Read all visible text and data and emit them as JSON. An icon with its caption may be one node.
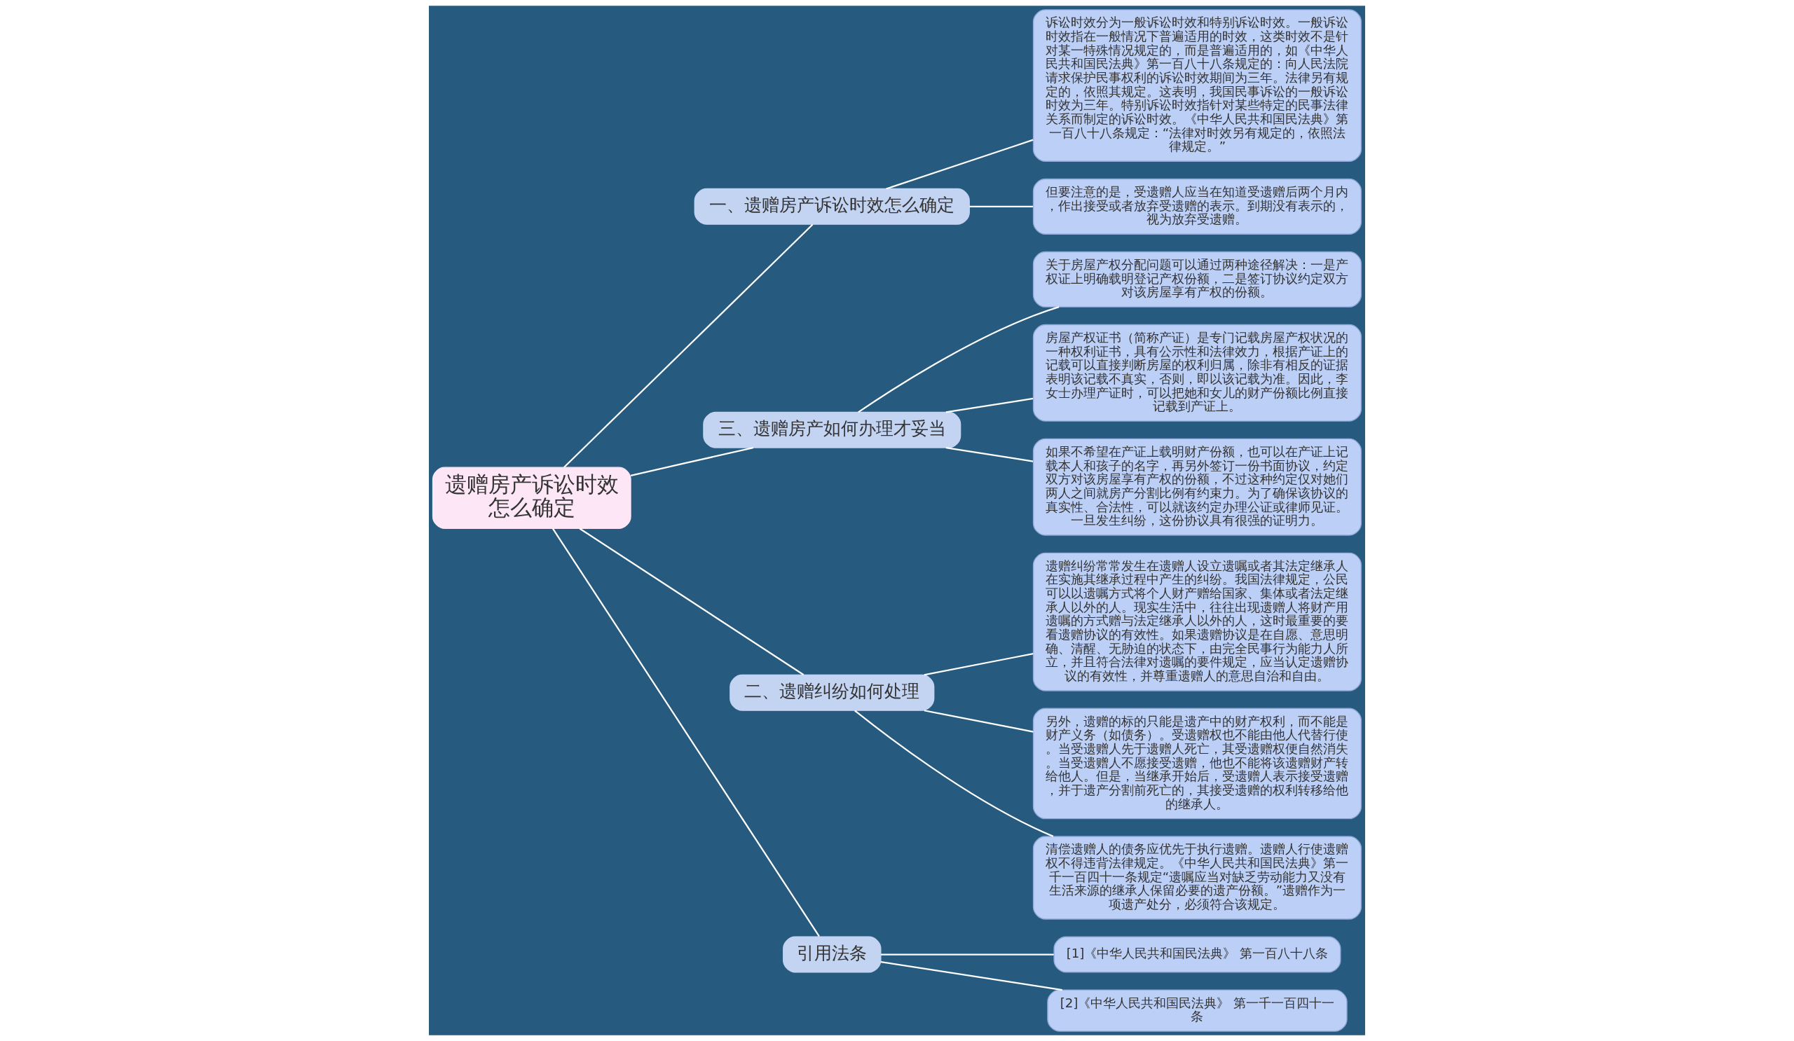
{
  "diagram": {
    "nodes": [
      {
        "text": [
          "遗赠房产诉讼时效怎么确定"
        ]
      },
      {
        "text": [
          "一、遗赠房产诉讼时效怎么确定"
        ]
      },
      {
        "text": [
          "诉讼时效分为一般诉讼时效和特别诉讼时效。一般诉讼时效指在一般情况下普遍适用的时效，这类时效不是针对某一特殊情况规定的，而是普遍适用的，如《中华人民共和国民法典》第一百八十八条规定的：向人民法院请求保护民事权利的诉讼时效期间为三年。法律另有规定的，依照其规定。这表明，我国民事诉讼的一般诉讼时效为三年。特别诉讼时效指针对某些特定的民事法律关系而制定的诉讼时效。《中华人民共和国民法典》第一百八十八条规定：“法律对时效另有规定的，依照法律规定。”"
        ]
      },
      {
        "text": [
          "但要注意的是，受遗赠人应当在知道受遗赠后两个月内，作出接受或者放弃受遗赠的表示。到期没有表示的，视为放弃受遗赠。"
        ]
      },
      {
        "text": [
          "三、遗赠房产如何办理才妥当"
        ]
      },
      {
        "text": [
          "关于房屋产权分配问题可以通过两种途径解决：一是产权证上明确载明登记产权份额，二是签订协议约定双方对该房屋享有产权的份额。"
        ]
      },
      {
        "text": [
          "房屋产权证书（简称产证）是专门记载房屋产权状况的一种权利证书，具有公示性和法律效力，根据产证上的记载可以直接判断房屋的权利归属，除非有相反的证据表明该记载不真实，否则，即以该记载为准。因此，李女士办理产证时，可以把她和女儿的财产份额比例直接记载到产证上。"
        ]
      },
      {
        "text": [
          "如果不希望在产证上载明财产份额，也可以在产证上记载本人和孩子的名字，再另外签订一份书面协议，约定双方对该房屋享有产权的份额，不过这种约定仅对她们两人之间就房产分割比例有约束力。为了确保该协议的真实性、合法性，可以就该约定办理公证或律师见证。一旦发生纠纷，这份协议具有很强的证明力。"
        ]
      },
      {
        "text": [
          "二、遗赠纠纷如何处理"
        ]
      },
      {
        "text": [
          "遗赠纠纷常常发生在遗赠人设立遗嘱或者其法定继承人在实施其继承过程中产生的纠纷。我国法律规定，公民可以以遗嘱方式将个人财产赠给国家、集体或者法定继承人以外的人。现实生活中，往往出现遗赠人将财产用遗嘱的方式赠与法定继承人以外的人，这时最重要的要看遗赠协议的有效性。如果遗赠协议是在自愿、意思明确、清醒、无胁迫的状态下，由完全民事行为能力人所立，并且符合法律对遗嘱的要件规定，应当认定遗赠协议的有效性，并尊重遗赠人的意思自治和自由。"
        ]
      },
      {
        "text": [
          "另外，遗赠的标的只能是遗产中的财产权利，而不能是财产义务（如债务）。受遗赠权也不能由他人代替行使。当受遗赠人先于遗赠人死亡，其受遗赠权便自然消失。当受遗赠人不愿接受遗赠，他也不能将该遗赠财产转给他人。但是，当继承开始后，受遗赠人表示接受遗赠，并于遗产分割前死亡的，其接受遗赠的权利转移给他的继承人。"
        ]
      },
      {
        "text": [
          "清偿遗赠人的债务应优先于执行遗赠。遗赠人行使遗赠权不得违背法律规定。《中华人民共和国民法典》第一千一百四十一条规定“遗嘱应当对缺乏劳动能力又没有生活来源的继承人保留必要的遗产份额。”遗赠作为一项遗产处分，必须符合该规定。"
        ]
      },
      {
        "text": [
          "引用法条"
        ]
      },
      {
        "text": [
          "[1]《中华人民共和国民法典》 第一百八十八条"
        ]
      },
      {
        "text": [
          "[2]《中华人民共和国民法典》 第一千一百四十一条"
        ]
      }
    ],
    "edges": [
      {
        "from": 0,
        "to": 1,
        "arrow": "none"
      },
      {
        "from": 1,
        "to": 2,
        "arrow": "none"
      },
      {
        "from": 1,
        "to": 3,
        "arrow": "none"
      },
      {
        "from": 0,
        "to": 4,
        "arrow": "none"
      },
      {
        "from": 4,
        "to": 5,
        "arrow": "none"
      },
      {
        "from": 4,
        "to": 6,
        "arrow": "none"
      },
      {
        "from": 4,
        "to": 7,
        "arrow": "none"
      },
      {
        "from": 0,
        "to": 8,
        "arrow": "none"
      },
      {
        "from": 8,
        "to": 9,
        "arrow": "none"
      },
      {
        "from": 8,
        "to": 10,
        "arrow": "none"
      },
      {
        "from": 8,
        "to": 11,
        "arrow": "none"
      },
      {
        "from": 0,
        "to": 12,
        "arrow": "none"
      },
      {
        "from": 12,
        "to": 13,
        "arrow": "none"
      },
      {
        "from": 12,
        "to": 14,
        "arrow": "none"
      }
    ]
  }
}
